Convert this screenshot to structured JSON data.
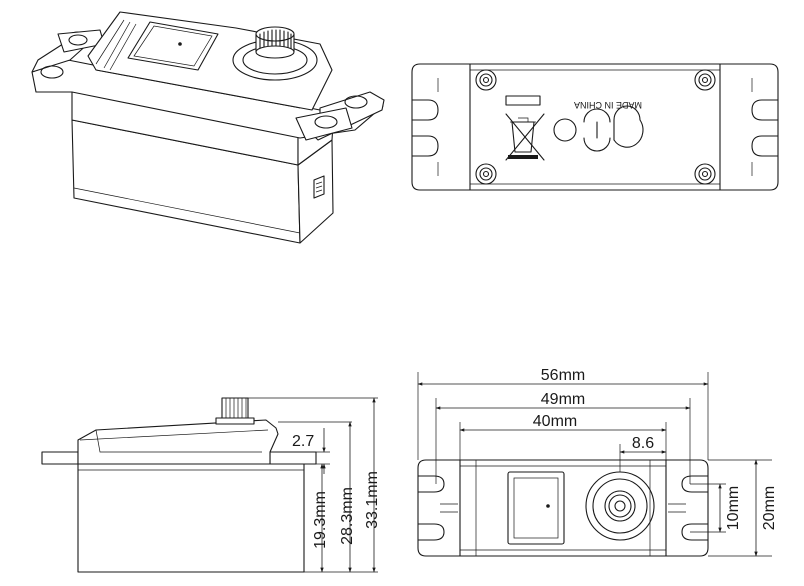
{
  "labels": {
    "made_in": "MADE IN CHINA",
    "width_total": "56mm",
    "width_mount_holes": "49mm",
    "width_body": "40mm",
    "spline_offset": "8.6",
    "tab_thickness": "2.7",
    "height_to_tab": "19.3mm",
    "height_to_top": "28.3mm",
    "height_total": "33.1mm",
    "hole_spacing": "10mm",
    "depth_total": "20mm"
  },
  "colors": {
    "line": "#1a1a1a",
    "background": "#ffffff"
  }
}
